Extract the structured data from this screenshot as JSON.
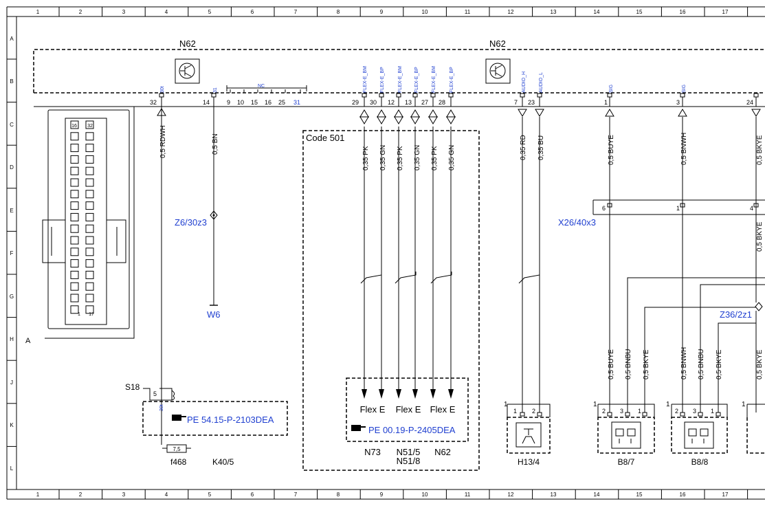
{
  "grid": {
    "columns": [
      "1",
      "2",
      "3",
      "4",
      "5",
      "6",
      "7",
      "8",
      "9",
      "10",
      "11",
      "12",
      "13",
      "14",
      "15",
      "16",
      "17"
    ],
    "rows": [
      "A",
      "B",
      "C",
      "D",
      "E",
      "F",
      "G",
      "H",
      "J",
      "K",
      "L"
    ]
  },
  "components": {
    "n62_left": "N62",
    "n62_right": "N62",
    "connector_a": "A",
    "code_box": "Code 501",
    "s18": "S18",
    "f468": "f468",
    "k40_5": "K40/5",
    "fuse_value": "7,5",
    "w6": "W6",
    "z6_30z3": "Z6/30z3",
    "x26_40x3": "X26/40x3",
    "z36_2z1": "Z36/2z1",
    "n73": "N73",
    "n51_5": "N51/5",
    "n51_8": "N51/8",
    "n62_bottom": "N62",
    "h13_4": "H13/4",
    "b8_7": "B8/7",
    "b8_8": "B8/8",
    "ref_left": "PE 54.15-P-2103DEA",
    "ref_mid": "PE 00.19-P-2405DEA",
    "flex_labels": [
      "Flex E",
      "Flex E",
      "Flex E"
    ]
  },
  "connector_pins": {
    "cells_top": [
      "16",
      "32"
    ],
    "cells_bottom": [
      "1",
      "17"
    ]
  },
  "pins": {
    "p32": "32",
    "p14": "14",
    "p9": "9",
    "p10": "10",
    "p15": "15",
    "p16": "16",
    "p25": "25",
    "p31": "31",
    "p29": "29",
    "p30": "30",
    "p12": "12",
    "p13": "13",
    "p27": "27",
    "p28": "28",
    "p7": "7",
    "p23": "23",
    "p1": "1",
    "p3": "3",
    "p24": "24",
    "x26_6": "6",
    "x26_1": "1",
    "x26_4": "4",
    "s18_5": "5"
  },
  "signals": {
    "s30t": "30t",
    "s31": "31",
    "nc": "NC",
    "flex_bm": "FLEX-E_BM",
    "flex_bp": "FLEX-E_BP",
    "audio_h": "AUDIO_H",
    "audio_l": "AUDIO_L",
    "sig": "SIG",
    "s30t_low": "30t"
  },
  "wires": {
    "w_rdwh": "0,5 RDWH",
    "w_bn": "0,5 BN",
    "w_pk1": "0,35 PK",
    "w_gn1": "0,35 GN",
    "w_pk2": "0,35 PK",
    "w_gn2": "0,35 GN",
    "w_pk3": "0,35 PK",
    "w_gn3": "0,35 GN",
    "w_rd": "0,35 RD",
    "w_bu": "0,35 BU",
    "w_buye": "0,5 BUYE",
    "w_bnwh": "0,5 BNWH",
    "w_bkye_top": "0,5 BKYE",
    "w_buye2": "0,5 BUYE",
    "w_bnbu": "0,5 BNBU",
    "w_bkye": "0,5 BKYE",
    "w_bnwh2": "0,5 BNWH",
    "w_bnbu2": "0,5 BNBU",
    "w_bkye2": "0,5 BKYE",
    "w_bkye_mid": "0,5 BKYE",
    "w_bkye_bot": "0,5 BKYE"
  },
  "comp_pins": {
    "h13_1": "1",
    "h13_a": "1",
    "h13_b": "2",
    "b87_1": "1",
    "b87_a": "2",
    "b87_b": "3",
    "b87_c": "1",
    "b88_1": "1",
    "b88_a": "2",
    "b88_b": "3",
    "b88_c": "1",
    "b89_1": "1"
  },
  "colors": {
    "link": "#1f3fd0",
    "line": "#000000"
  }
}
